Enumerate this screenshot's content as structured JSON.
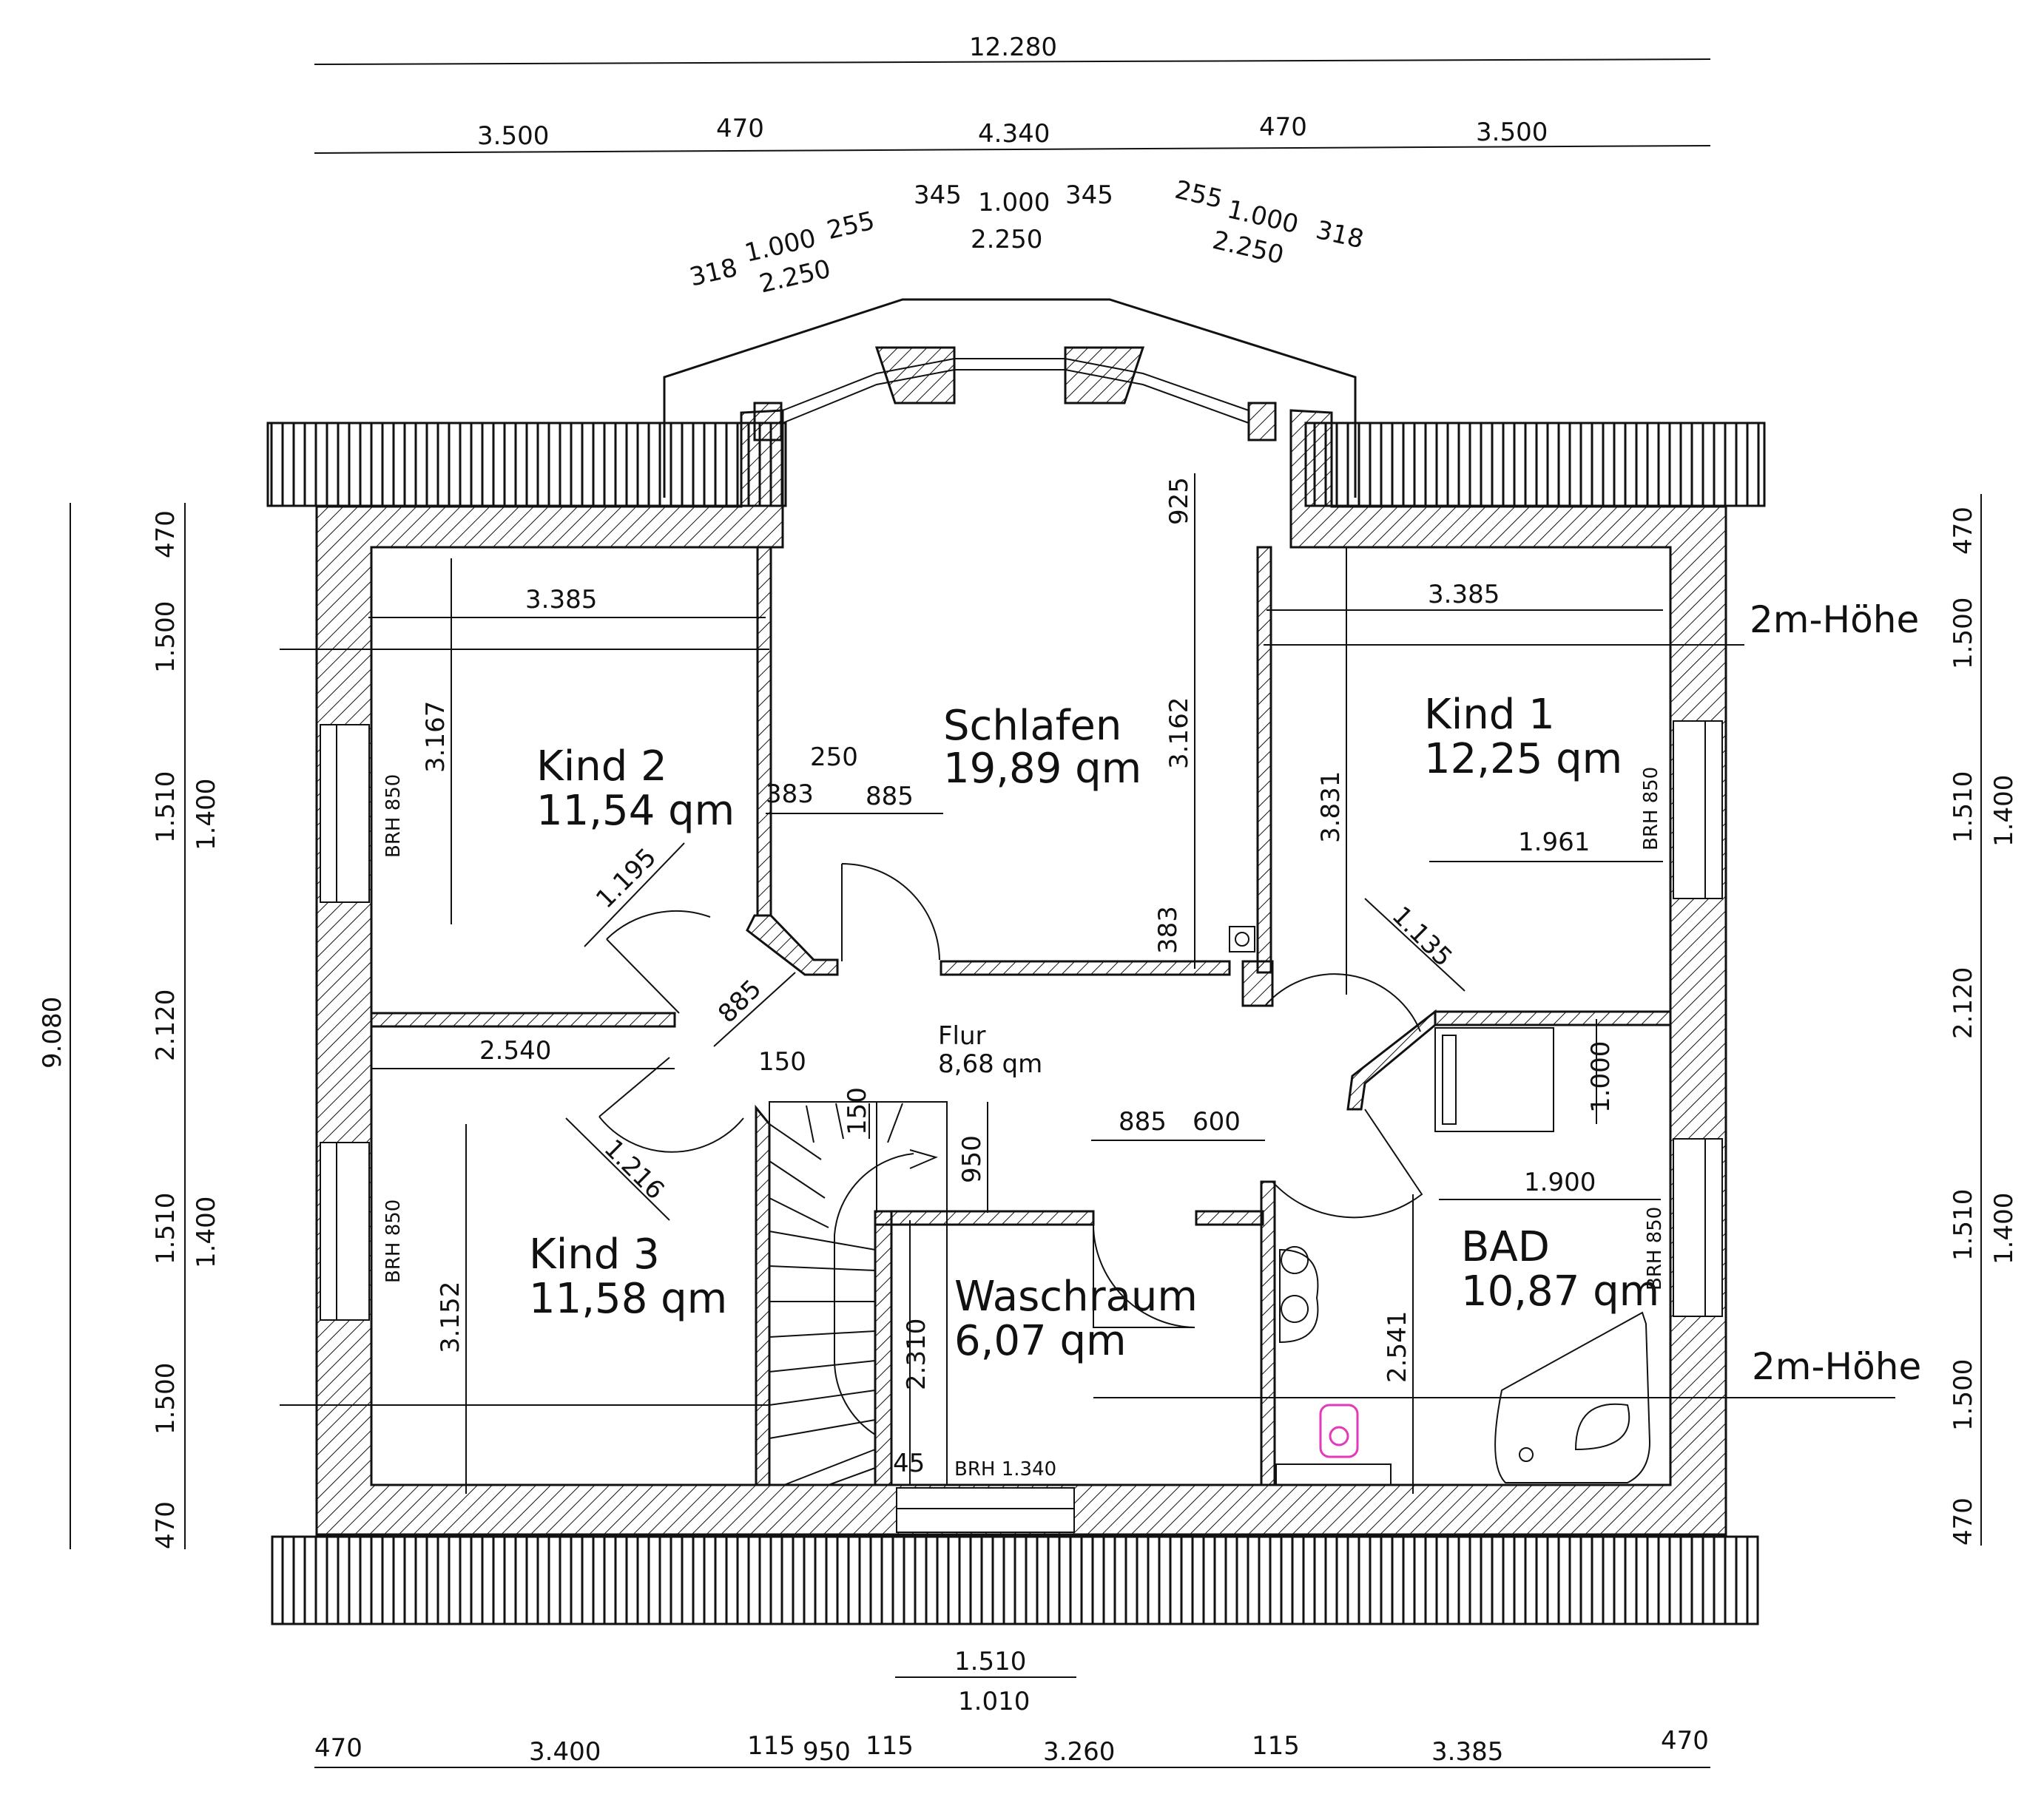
{
  "rooms": {
    "kind2": {
      "name": "Kind 2",
      "area": "11,54 qm"
    },
    "schlafen": {
      "name": "Schlafen",
      "area": "19,89 qm"
    },
    "kind1": {
      "name": "Kind 1",
      "area": "12,25 qm"
    },
    "flur": {
      "name": "Flur",
      "area": "8,68 qm"
    },
    "kind3": {
      "name": "Kind 3",
      "area": "11,58 qm"
    },
    "waschraum": {
      "name": "Waschraum",
      "area": "6,07 qm"
    },
    "bad": {
      "name": "BAD",
      "area": "10,87 qm"
    }
  },
  "height_labels": {
    "upper": "2m-Höhe",
    "lower": "2m-Höhe"
  },
  "brh_labels": {
    "kind2": "BRH 850",
    "kind3": "BRH 850",
    "kind1": "BRH 850",
    "bad": "BRH 850",
    "waschraum": "BRH 1.340"
  },
  "dims_top": {
    "total": "12.280",
    "row2": [
      "3.500",
      "470",
      "4.340",
      "470",
      "3.500"
    ],
    "bay_left": [
      "318",
      "1.000",
      "255",
      "2.250"
    ],
    "bay_center": [
      "345",
      "1.000",
      "345",
      "2.250"
    ],
    "bay_right": [
      "255",
      "1.000",
      "318",
      "2.250"
    ]
  },
  "dims_bottom": {
    "window": [
      "1.510",
      "1.010"
    ],
    "row": [
      "470",
      "3.400",
      "115",
      "950",
      "115",
      "3.260",
      "115",
      "3.385",
      "470"
    ]
  },
  "dims_left": {
    "total": "9.080",
    "outer": [
      "470",
      "1.500",
      "1.510",
      "2.120",
      "1.510",
      "1.500",
      "470"
    ],
    "windows": [
      "1.400",
      "1.400"
    ]
  },
  "dims_right": {
    "outer": [
      "470",
      "1.500",
      "1.510",
      "2.120",
      "1.510",
      "1.500",
      "470"
    ],
    "windows": [
      "1.400",
      "1.400"
    ]
  },
  "dims_inner": {
    "kind2_width": "3.385",
    "kind2_depth": "3.167",
    "kind2_door": "1.195",
    "hall_383": "383",
    "hall_250": "250",
    "hall_885": "885",
    "schlafen_925": "925",
    "schlafen_3162": "3.162",
    "schlafen_383": "383",
    "kind1_width": "3.385",
    "kind1_depth": "3.831",
    "kind1_1961": "1.961",
    "kind1_door": "1.135",
    "door_885_diag": "885",
    "kind3_width": "2.540",
    "stair_150a": "150",
    "stair_150b": "150",
    "kind3_door": "1.216",
    "kind3_depth": "3.152",
    "flur_950": "950",
    "flur_885": "885",
    "flur_600": "600",
    "bad_1000": "1.000",
    "bad_1900": "1.900",
    "bad_2541": "2.541",
    "wasch_2310": "2.310",
    "wasch_45": "45"
  }
}
